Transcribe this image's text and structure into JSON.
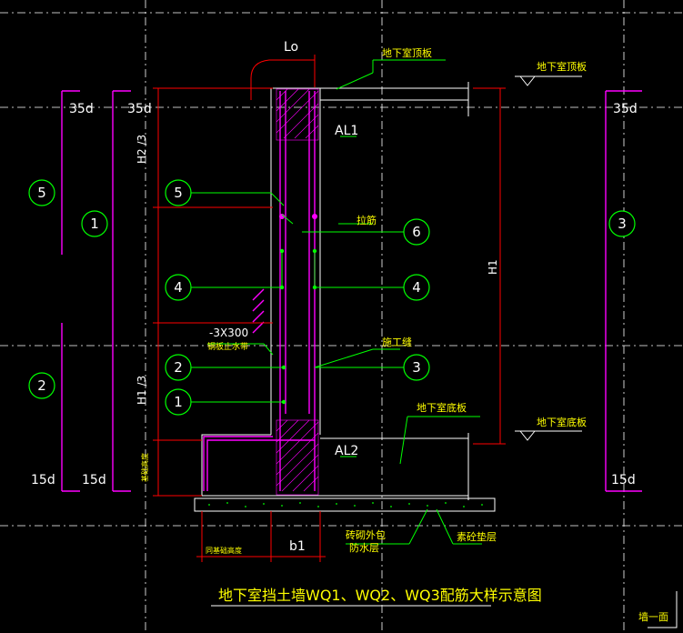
{
  "title": "地下室挡土墙WQ1、WQ2、WQ3配筋大样示意图",
  "dims": {
    "lo": "Lo",
    "d35_a": "35d",
    "d35_b": "35d",
    "d35_c": "35d",
    "d15_a": "15d",
    "d15_b": "15d",
    "d15_c": "15d",
    "h2_3": "H2 /3",
    "h1_3": "H1 /3",
    "h1": "H1",
    "b1": "b1",
    "base_label": "基础高度",
    "foot_label": "同基础高度"
  },
  "beams": {
    "al1": "AL1",
    "al2": "AL2"
  },
  "labels": {
    "roof_slab_1": "地下室顶板",
    "roof_slab_2": "地下室顶板",
    "tie_bar": "拉筋",
    "steel_plate_dim": "-3X300",
    "steel_plate": "钢板止水带",
    "construction_joint": "施工缝",
    "floor_slab_1": "地下室底板",
    "floor_slab_2": "地下室底板",
    "brick_wall": "砖砌外包",
    "waterproof": "防水层",
    "cushion": "素砼垫层",
    "corner": "墙一面"
  },
  "bars": [
    "1",
    "2",
    "3",
    "4",
    "5",
    "6"
  ],
  "colors": {
    "background": "#000000",
    "rebar": "#ff00ff",
    "leader": "#00ff00",
    "dimension": "#ff0000",
    "text": "#ffffff",
    "annotation": "#ffff00",
    "centerline": "#ffffff",
    "hatch": "#ff00ff"
  }
}
